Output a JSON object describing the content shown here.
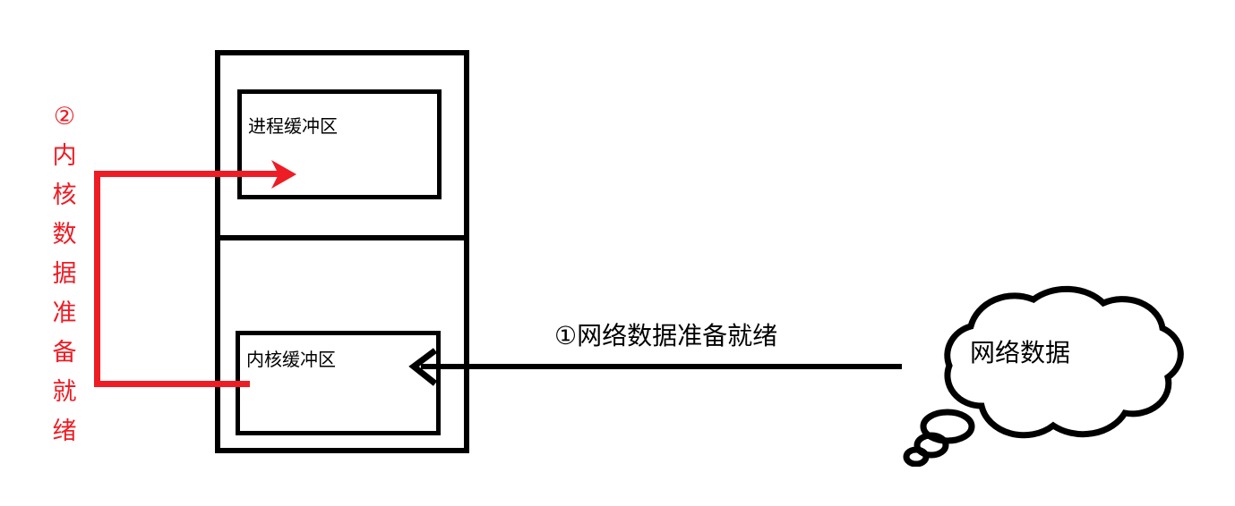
{
  "diagram": {
    "title": "Blocking IO data flow diagram",
    "colors": {
      "stroke": "#000000",
      "accent_red": "#ee1c24",
      "background": "#ffffff"
    },
    "outer_container": {
      "name": "process-kernel-container",
      "sections": [
        {
          "name": "user-space-section",
          "inner_box_label": "进程缓冲区"
        },
        {
          "name": "kernel-space-section",
          "inner_box_label": "内核缓冲区"
        }
      ]
    },
    "boxes": {
      "process_buffer": "进程缓冲区",
      "kernel_buffer": "内核缓冲区"
    },
    "cloud": {
      "label": "网络数据",
      "shape": "thought-bubble"
    },
    "annotations": {
      "step1": "①网络数据准备就绪",
      "step2_vertical": "②内核数据准备就绪",
      "step2_chars": [
        "②",
        "内",
        "核",
        "数",
        "据",
        "准",
        "备",
        "就",
        "绪"
      ]
    },
    "arrows": [
      {
        "name": "network-to-kernel-arrow",
        "label": "①网络数据准备就绪",
        "color": "#000000",
        "direction": "right-to-left",
        "from": "网络数据",
        "to": "内核缓冲区"
      },
      {
        "name": "kernel-to-process-arrow",
        "label": "②内核数据准备就绪",
        "color": "#ee1c24",
        "direction": "left-to-right",
        "from": "内核缓冲区",
        "to": "进程缓冲区"
      }
    ]
  }
}
